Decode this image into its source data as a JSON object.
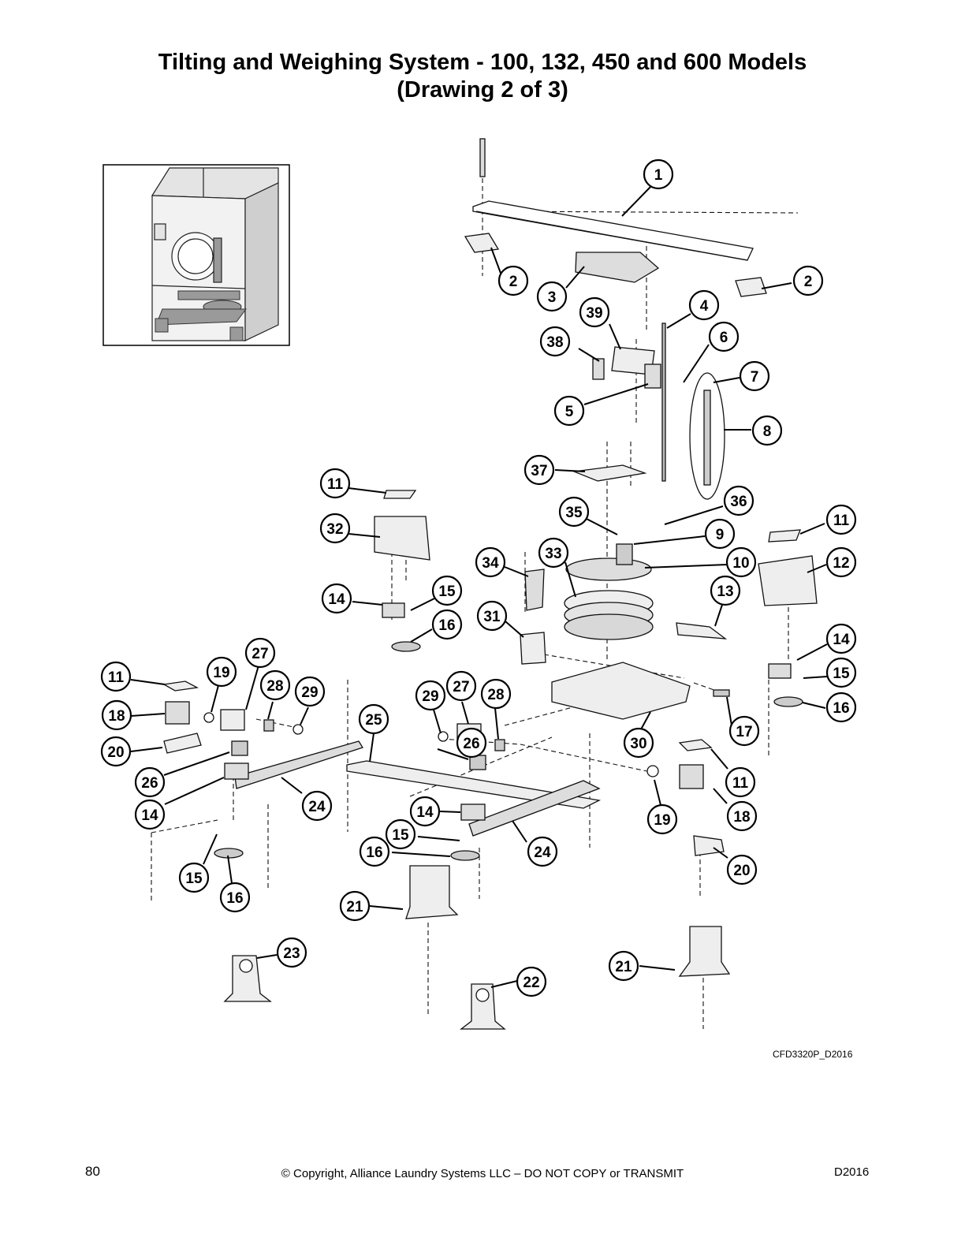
{
  "page": {
    "title_line1": "Tilting and Weighing System - 100, 132, 450 and 600 Models",
    "title_line2": "(Drawing 2 of 3)",
    "drawing_id": "CFD3320P_D2016",
    "page_number": "80",
    "copyright": "© Copyright, Alliance Laundry Systems LLC – DO NOT COPY or TRANSMIT",
    "revision": "D2016"
  },
  "callouts": [
    "1",
    "2",
    "2",
    "3",
    "4",
    "39",
    "6",
    "38",
    "7",
    "5",
    "8",
    "37",
    "11",
    "36",
    "35",
    "32",
    "9",
    "11",
    "33",
    "34",
    "10",
    "12",
    "15",
    "14",
    "13",
    "16",
    "31",
    "14",
    "27",
    "11",
    "19",
    "28",
    "29",
    "15",
    "29",
    "27",
    "28",
    "16",
    "18",
    "25",
    "17",
    "30",
    "20",
    "26",
    "11",
    "26",
    "24",
    "14",
    "18",
    "19",
    "14",
    "15",
    "24",
    "16",
    "20",
    "15",
    "16",
    "21",
    "23",
    "22",
    "21"
  ]
}
